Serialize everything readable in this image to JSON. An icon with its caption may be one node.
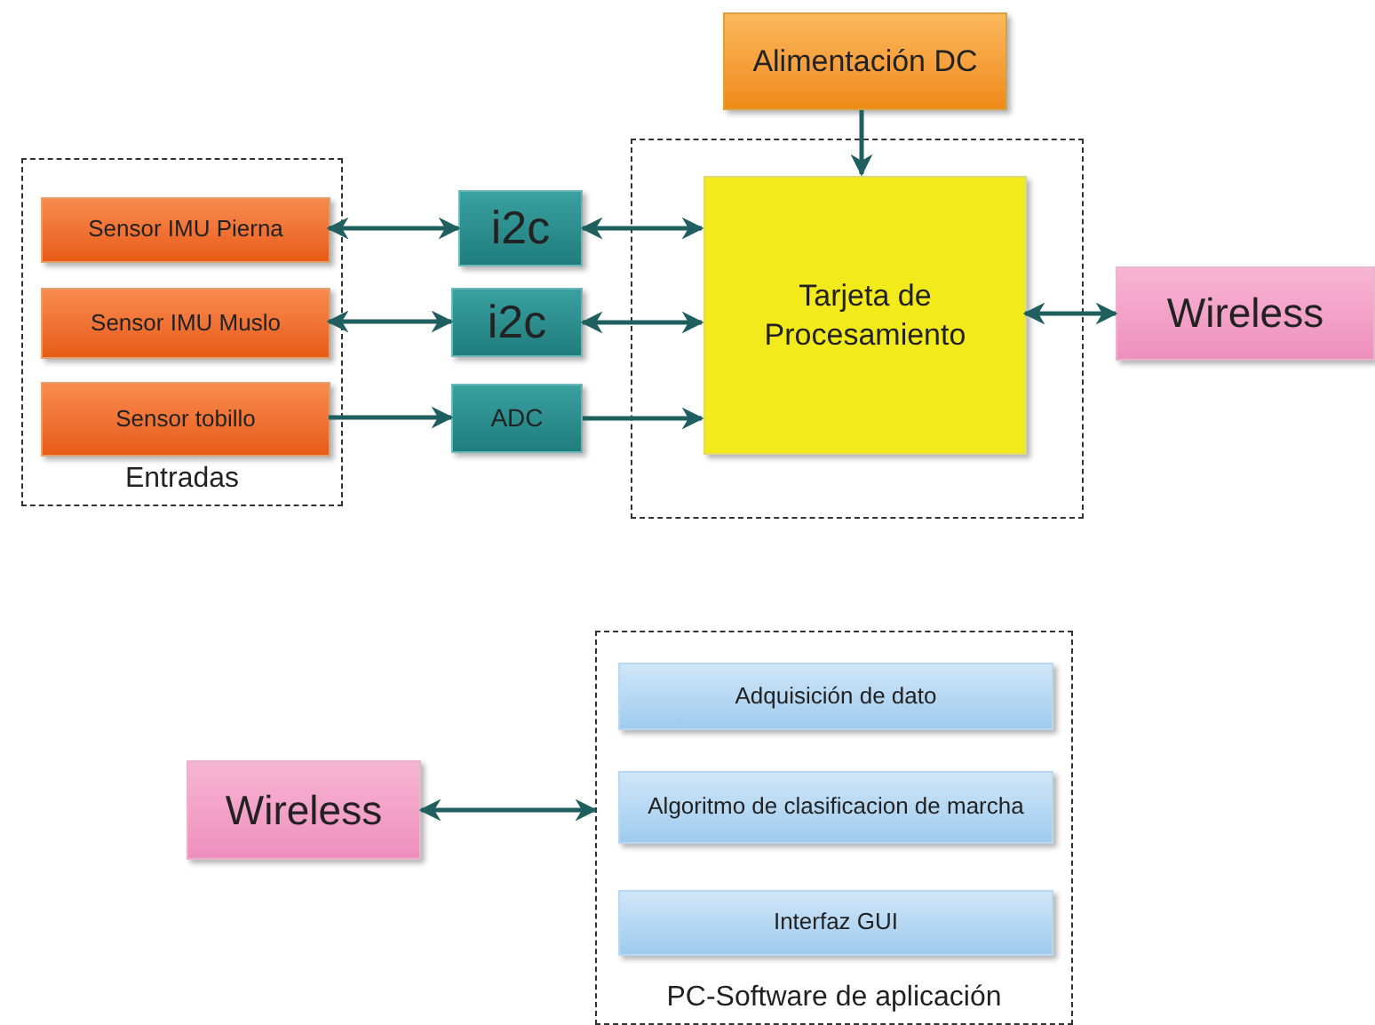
{
  "diagram": {
    "nodes": [
      {
        "text": [
          "Alimentación DC"
        ]
      },
      {
        "text": [
          "Entradas"
        ]
      },
      {
        "text": [
          "Sensor IMU Pierna"
        ],
        "in": 1
      },
      {
        "text": [
          "Sensor IMU Muslo"
        ],
        "in": 1
      },
      {
        "text": [
          "Sensor tobillo"
        ],
        "in": 1
      },
      {
        "text": [
          "i2c"
        ]
      },
      {
        "text": [
          "i2c"
        ]
      },
      {
        "text": [
          "ADC"
        ]
      },
      {
        "text": [],
        "shape": "box"
      },
      {
        "text": [
          "Tarjeta de Procesamiento"
        ],
        "in": 8
      },
      {
        "text": [
          "Wireless"
        ]
      },
      {
        "text": [
          "Wireless"
        ]
      },
      {
        "text": [
          "PC-Software de aplicación"
        ]
      },
      {
        "text": [
          "Adquisición de dato"
        ],
        "in": 12
      },
      {
        "text": [
          "Algoritmo de clasificacion de marcha"
        ],
        "in": 12
      },
      {
        "text": [
          "Interfaz GUI"
        ],
        "in": 12
      }
    ],
    "edges": [
      {
        "from": 0,
        "to": 9,
        "arrow": "to"
      },
      {
        "from": 2,
        "to": 5,
        "arrow": "both"
      },
      {
        "from": 5,
        "to": 9,
        "arrow": "both"
      },
      {
        "from": 3,
        "to": 6,
        "arrow": "both"
      },
      {
        "from": 6,
        "to": 9,
        "arrow": "both"
      },
      {
        "from": 4,
        "to": 7,
        "arrow": "to"
      },
      {
        "from": 7,
        "to": 9,
        "arrow": "to"
      },
      {
        "from": 9,
        "to": 10,
        "arrow": "both"
      },
      {
        "from": 11,
        "to": 12,
        "arrow": "both"
      }
    ]
  }
}
